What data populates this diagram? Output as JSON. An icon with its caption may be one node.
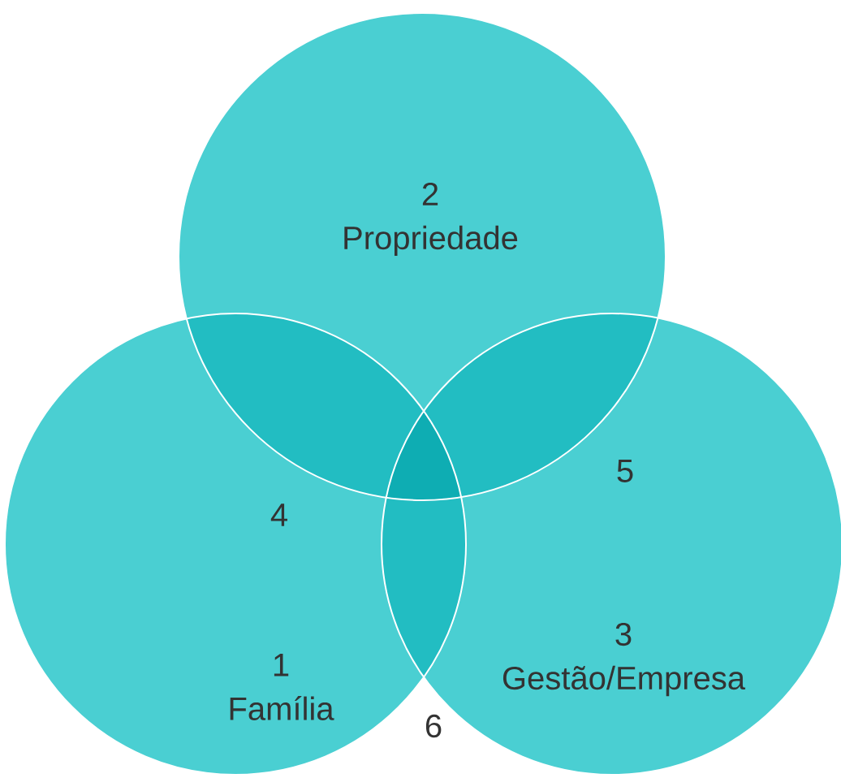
{
  "diagram": {
    "nodes": [
      {
        "text": [
          "2",
          "Propriedade"
        ]
      },
      {
        "text": [
          "1",
          "Família"
        ]
      },
      {
        "text": [
          "3",
          "Gestão/Empresa"
        ]
      }
    ],
    "labels": [
      "4",
      "5",
      "6"
    ]
  }
}
